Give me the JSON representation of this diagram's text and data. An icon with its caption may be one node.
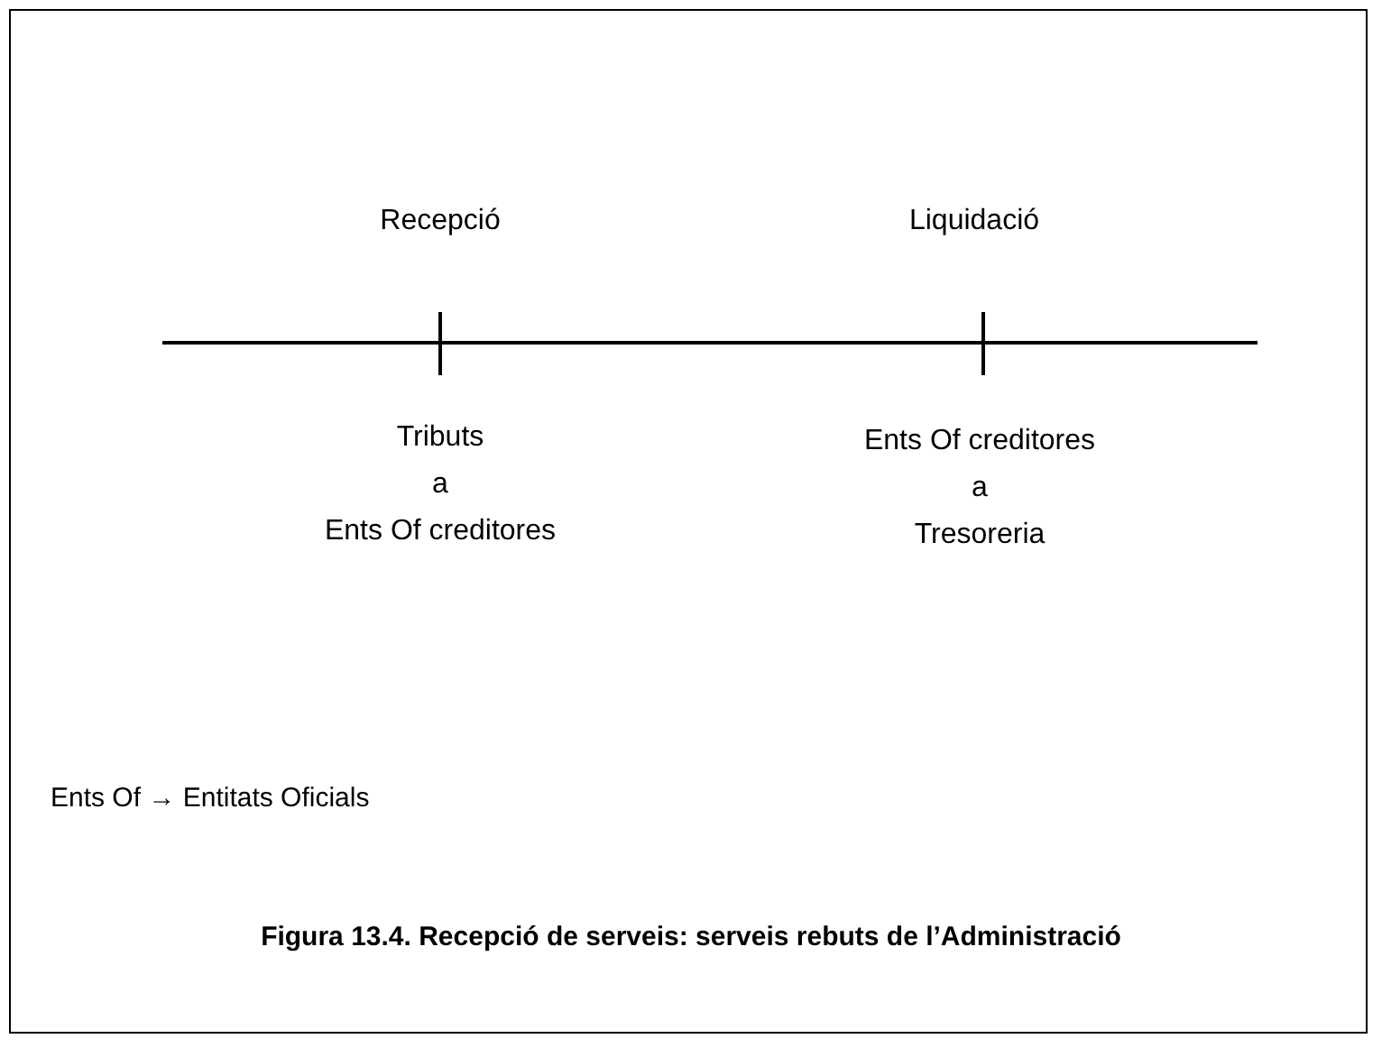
{
  "diagram": {
    "caption": "Figura 13.4. Recepció de serveis: serveis rebuts de l’Administració",
    "labels": [
      "Recepció",
      "Liquidació",
      "Tributs a Ents Of creditores",
      "Ents Of creditores a Tresoreria",
      "Ents Of → Entitats Oficials"
    ]
  }
}
